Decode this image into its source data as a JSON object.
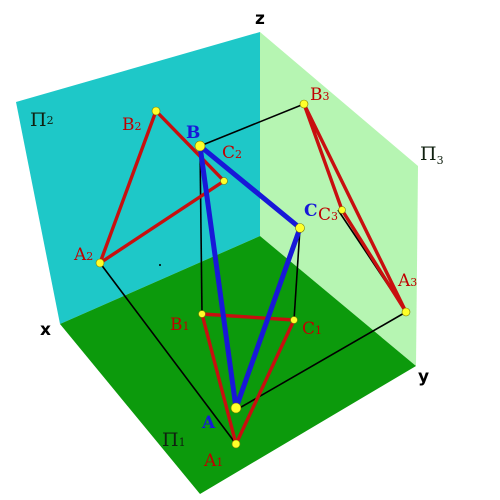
{
  "colors": {
    "plane_frontal": "#1ec8c8",
    "plane_profile": "#b6f5b2",
    "plane_horizontal": "#0c9a0c",
    "projection_lines": "#000000",
    "red_triangles": "#c80f0f",
    "blue_triangle": "#1818d8",
    "point_dots": "#ffff2a",
    "label_red": "#c00000",
    "label_blue": "#1818d8",
    "label_dark": "#102010"
  },
  "axes": {
    "x": "x",
    "y": "y",
    "z": "z"
  },
  "planes": {
    "frontal": {
      "base": "Π",
      "sub": "2"
    },
    "horizontal": {
      "base": "Π",
      "sub": "1"
    },
    "profile": {
      "base": "Π",
      "sub": "3"
    }
  },
  "points": {
    "A": {
      "base": "A",
      "sub": ""
    },
    "B": {
      "base": "B",
      "sub": ""
    },
    "C": {
      "base": "C",
      "sub": ""
    },
    "A1": {
      "base": "A",
      "sub": "1"
    },
    "B1": {
      "base": "B",
      "sub": "1"
    },
    "C1": {
      "base": "C",
      "sub": "1"
    },
    "A2": {
      "base": "A",
      "sub": "2"
    },
    "B2": {
      "base": "B",
      "sub": "2"
    },
    "C2": {
      "base": "C",
      "sub": "2"
    },
    "A3": {
      "base": "A",
      "sub": "3"
    },
    "B3": {
      "base": "B",
      "sub": "3"
    },
    "C3": {
      "base": "C",
      "sub": "3"
    }
  }
}
